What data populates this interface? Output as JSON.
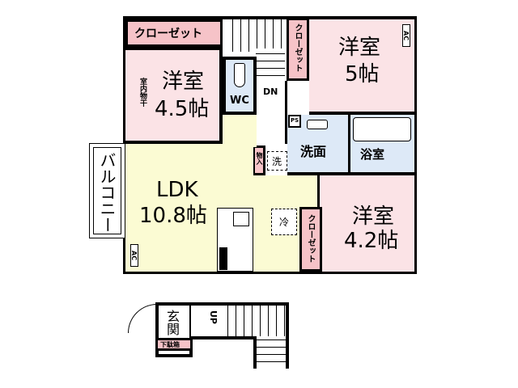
{
  "rooms": {
    "closet_top_left": "クローゼット",
    "closet_top_mid": "クローゼット",
    "western_5": {
      "name": "洋室",
      "size": "5帖"
    },
    "western_45": {
      "name": "洋室",
      "size": "4.5帖"
    },
    "indoor_drying": "室内物干",
    "wc": "WC",
    "dn": "DN",
    "ps": "PS",
    "washroom": "洗面",
    "laundry": "洗",
    "bath": "浴室",
    "storage": "物入",
    "ldk": {
      "name": "LDK",
      "size": "10.8帖"
    },
    "fridge": "冷",
    "closet_right": "クローゼット",
    "western_42": {
      "name": "洋室",
      "size": "4.2帖"
    },
    "balcony": "バルコニー",
    "ac": "AC",
    "entrance": "玄関",
    "shoe_box": "下駄箱",
    "up": "UP"
  },
  "colors": {
    "western": "#fbe3e6",
    "closet": "#f6c3c8",
    "ldk": "#fbfbd3",
    "wet": "#dde9f7"
  }
}
